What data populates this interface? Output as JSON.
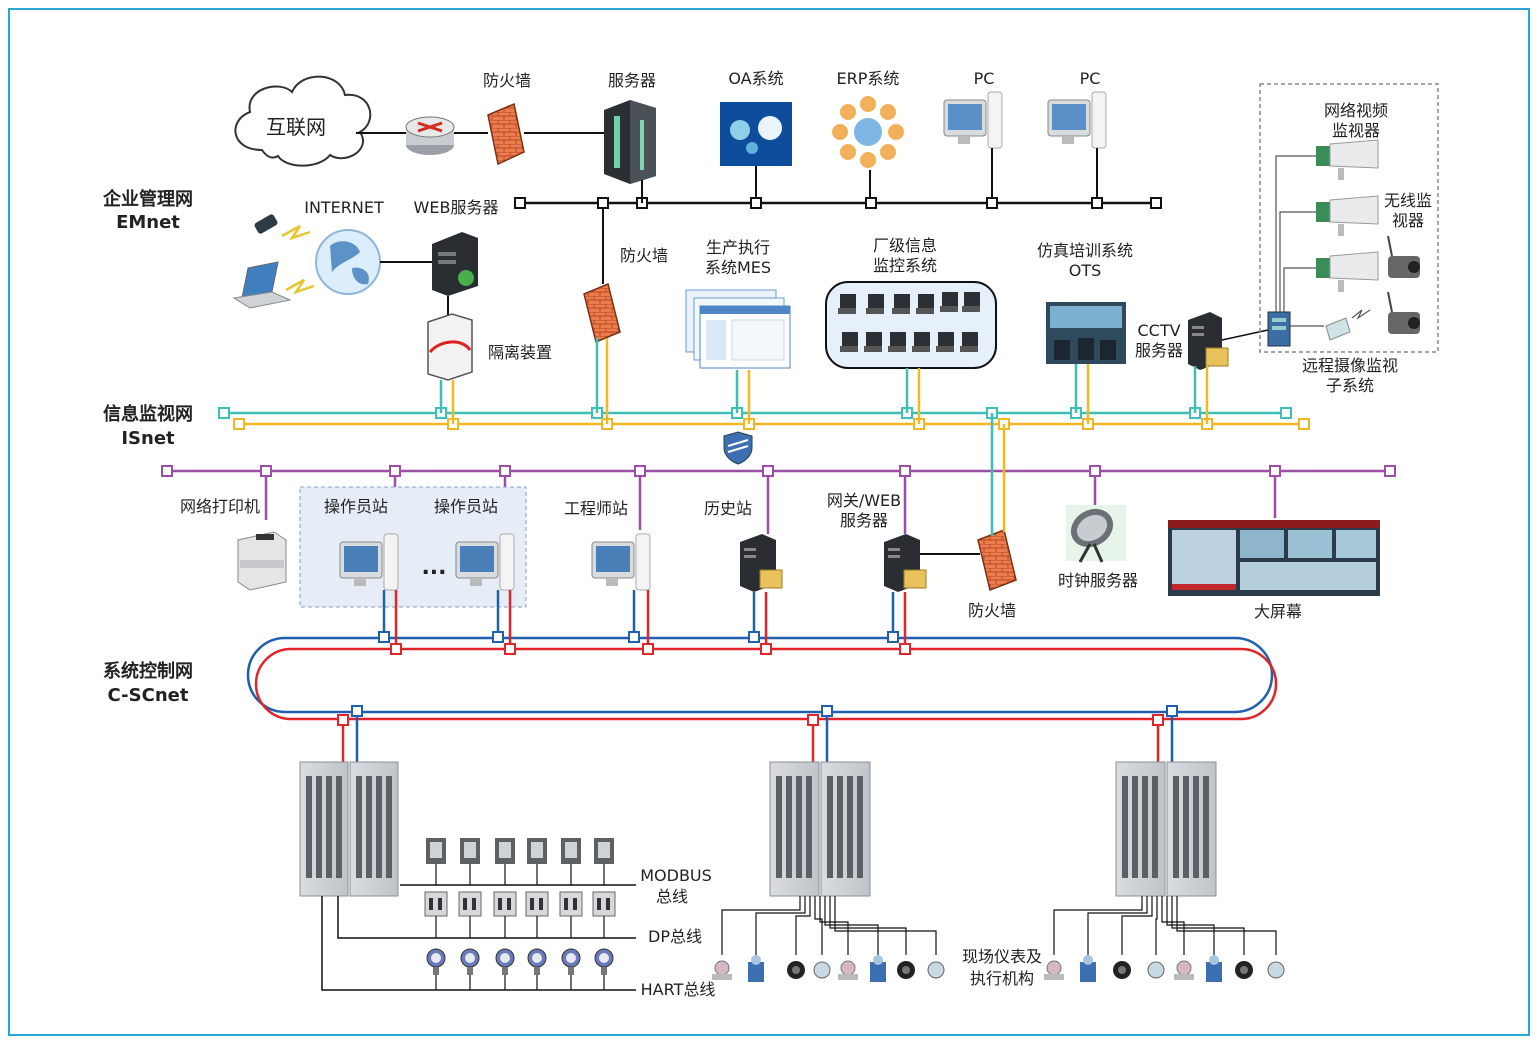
{
  "networks": {
    "emnet": {
      "cn": "企业管理网",
      "en": "EMnet"
    },
    "isnet": {
      "cn": "信息监视网",
      "en": "ISnet"
    },
    "cscnet": {
      "cn": "系统控制网",
      "en": "C-SCnet"
    }
  },
  "labels": {
    "internet_cloud": "互联网",
    "firewall_top": "防火墙",
    "server": "服务器",
    "oa": "OA系统",
    "erp": "ERP系统",
    "pc1": "PC",
    "pc2": "PC",
    "internet_en": "INTERNET",
    "web_server": "WEB服务器",
    "isolation": "隔离装置",
    "firewall_mid": "防火墙",
    "mes_1": "生产执行",
    "mes_2": "系统MES",
    "plant_1": "厂级信息",
    "plant_2": "监控系统",
    "ots_1": "仿真培训系统",
    "ots_2": "OTS",
    "cctv_1": "CCTV",
    "cctv_2": "服务器",
    "netcam_1": "网络视频",
    "netcam_2": "监视器",
    "wireless_1": "无线监",
    "wireless_2": "视器",
    "remote_1": "远程摄像监视",
    "remote_2": "子系统",
    "printer": "网络打印机",
    "operator1": "操作员站",
    "operator2": "操作员站",
    "ellipsis": "...",
    "engineer": "工程师站",
    "history": "历史站",
    "gateway_1": "网关/WEB",
    "gateway_2": "服务器",
    "firewall_low": "防火墙",
    "clock": "时钟服务器",
    "bigscreen": "大屏幕",
    "modbus_1": "MODBUS",
    "modbus_2": "总线",
    "dp": "DP总线",
    "hart": "HART总线",
    "field_1": "现场仪表及",
    "field_2": "执行机构"
  },
  "colors": {
    "frame": "#29a8d8",
    "emnet_line": "#111111",
    "isnet_teal": "#3cbfb4",
    "isnet_yellow": "#f1b824",
    "purple": "#9b4fa6",
    "ring_blue": "#1f5fb0",
    "ring_red": "#e0262b",
    "firewall": "#e9744a"
  }
}
